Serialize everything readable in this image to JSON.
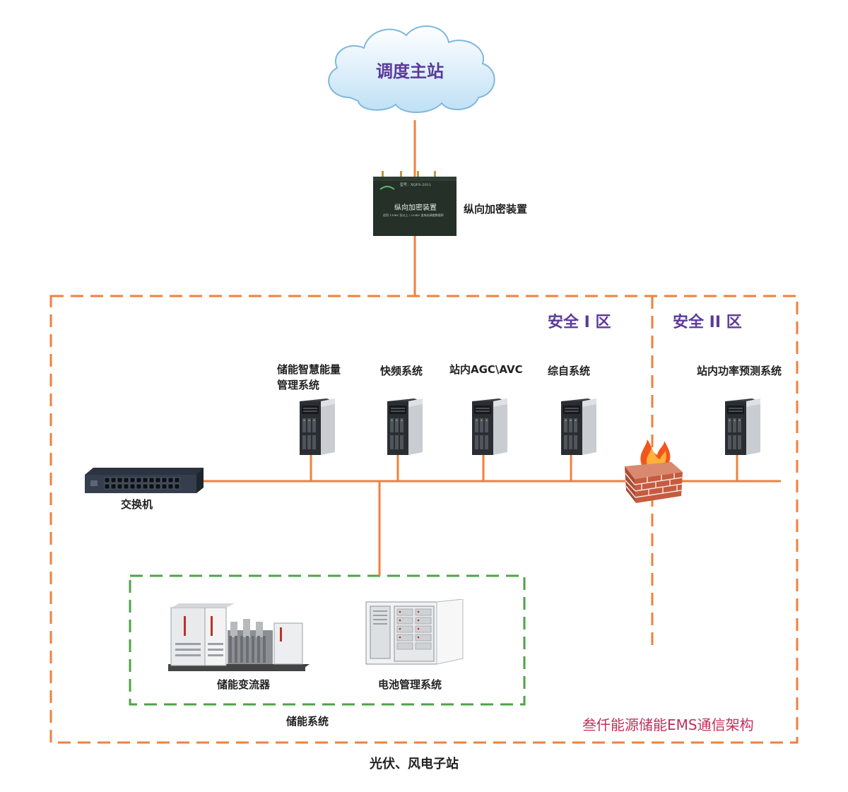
{
  "cloud": {
    "title": "调度主站"
  },
  "encryption_device": {
    "label": "纵向加密装置",
    "face_title": "纵向加密装置",
    "face_top": "型号：XQFS-2011",
    "face_bottom": "适用 110kV 及以上 / 220kV 变电站调度数据网"
  },
  "zones": {
    "zone1_title": "安全 I 区",
    "zone2_title": "安全 II 区"
  },
  "servers": [
    {
      "label": "储能智慧能量\n管理系统"
    },
    {
      "label": "快频系统"
    },
    {
      "label": "站内AGC\\AVC"
    },
    {
      "label": "综自系统"
    },
    {
      "label": "站内功率预测系统"
    }
  ],
  "switch": {
    "label": "交换机"
  },
  "storage_system": {
    "title": "储能系统",
    "pcs_label": "储能变流器",
    "bms_label": "电池管理系统"
  },
  "brand_caption": "叁仟能源储能EMS通信架构",
  "site_caption": "光伏、风电子站",
  "colors": {
    "line": "#f0803c",
    "storage_border": "#4ea346",
    "zone_title": "#5b3a9a",
    "brand": "#c0305a"
  }
}
